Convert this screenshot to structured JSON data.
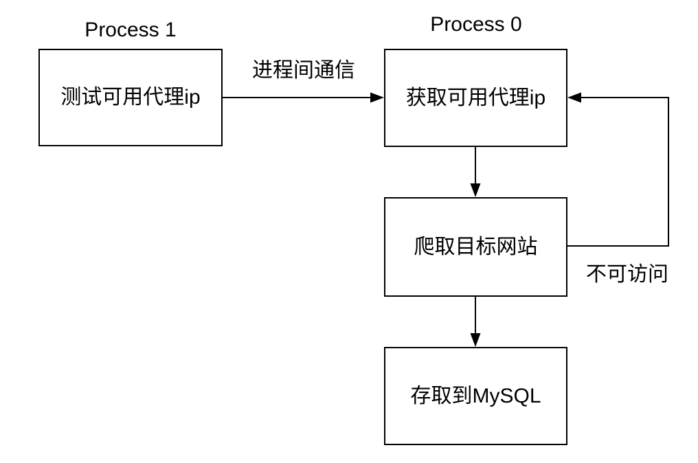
{
  "diagram": {
    "titles": {
      "process1": "Process 1",
      "process0": "Process 0"
    },
    "nodes": {
      "test_proxy": {
        "label": "测试可用代理ip"
      },
      "get_proxy": {
        "label": "获取可用代理ip"
      },
      "crawl_site": {
        "label": "爬取目标网站"
      },
      "store_mysql": {
        "label": "存取到MySQL"
      }
    },
    "edges": [
      {
        "from": "test_proxy",
        "to": "get_proxy",
        "label": "进程间通信"
      },
      {
        "from": "get_proxy",
        "to": "crawl_site",
        "label": ""
      },
      {
        "from": "crawl_site",
        "to": "store_mysql",
        "label": ""
      },
      {
        "from": "crawl_site",
        "to": "get_proxy",
        "label": "不可访问"
      }
    ],
    "colors": {
      "stroke": "#000000",
      "text": "#000000",
      "background": "#ffffff"
    }
  }
}
